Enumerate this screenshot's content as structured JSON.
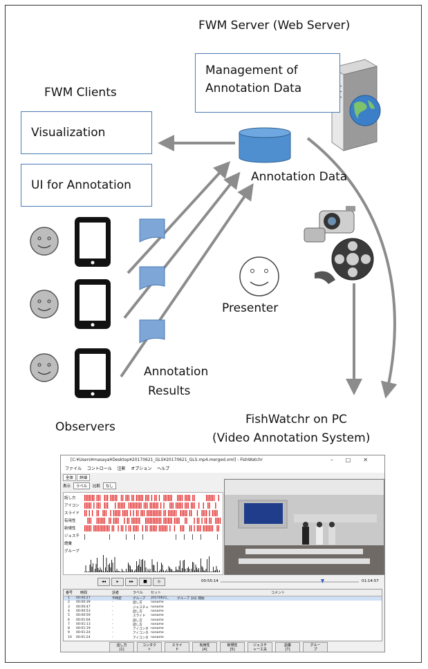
{
  "server": {
    "title": "FWM Server (Web Server)",
    "mgmt_line1": "Management of",
    "mgmt_line2": "Annotation Data"
  },
  "clients": {
    "title": "FWM Clients",
    "visualization": "Visualization",
    "ui_annotation": "UI for Annotation"
  },
  "db": {
    "label": "Annotation Data"
  },
  "presenter": {
    "label": "Presenter"
  },
  "results": {
    "line1": "Annotation",
    "line2": "Results"
  },
  "observers": {
    "label": "Observers"
  },
  "fishwatchr": {
    "line1": "FishWatchr on PC",
    "line2": "(Video Annotation System)"
  },
  "colors": {
    "box_border": "#4a7ab5",
    "db_fill": "#4f8fd0",
    "arrow": "#8c8c8c",
    "sheet_fill": "#7ea6d6",
    "face_fill": "#bdbdbd",
    "timeline_red": "#e02020"
  },
  "app": {
    "title": "[C:¥Users¥masaya¥Desktop¥20170621_GLS¥20170621_GLS.mp4.merged.xml] - FishWatchr",
    "menu": [
      "ファイル",
      "コントロール",
      "注釈",
      "オプション",
      "ヘルプ"
    ],
    "tabs": [
      "全体",
      "詳細"
    ],
    "ctrl": {
      "show": "表示",
      "show_val": "ラベル",
      "compare": "比較",
      "compare_val": "なし"
    },
    "timeline_rows": [
      "話し方",
      "アイコン",
      "スライド",
      "有用性",
      "新規性",
      "ジェスチ",
      "語彙",
      "グループ"
    ],
    "time_current": "00:55:14",
    "time_total": "01:14:57",
    "table_headers": [
      "番号",
      "時間",
      "話者",
      "ラベル",
      "セット",
      "コメント"
    ],
    "table_rows": [
      [
        "1",
        "00:00:27",
        "不特定",
        "グループ",
        "20170621_",
        "グループ【A】開始"
      ],
      [
        "2",
        "00:00:39",
        "-",
        "話し方",
        "noname",
        ""
      ],
      [
        "3",
        "00:00:47",
        "-",
        "ジェスチャ",
        "noname",
        ""
      ],
      [
        "4",
        "00:00:53",
        "-",
        "話し方",
        "noname",
        ""
      ],
      [
        "5",
        "00:00:59",
        "-",
        "スライド",
        "noname",
        ""
      ],
      [
        "6",
        "00:01:04",
        "-",
        "話し方",
        "noname",
        ""
      ],
      [
        "7",
        "00:01:13",
        "-",
        "話し方",
        "noname",
        ""
      ],
      [
        "8",
        "00:01:19",
        "-",
        "アイコンタ",
        "noname",
        ""
      ],
      [
        "9",
        "00:01:24",
        "-",
        "アイコンタ",
        "noname",
        ""
      ],
      [
        "10",
        "00:01:24",
        "-",
        "アイコンタ",
        "noname",
        ""
      ]
    ],
    "buttons": [
      {
        "l1": "話し方",
        "l2": "[1]"
      },
      {
        "l1": "コンタク",
        "l2": "ト"
      },
      {
        "l1": "スライ",
        "l2": "ド"
      },
      {
        "l1": "有用性",
        "l2": "[4]"
      },
      {
        "l1": "新規性",
        "l2": "[5]"
      },
      {
        "l1": "ジェスチ",
        "l2": "ャー工夫"
      },
      {
        "l1": "語彙",
        "l2": "[7]"
      },
      {
        "l1": "グルー",
        "l2": "プ"
      }
    ]
  }
}
